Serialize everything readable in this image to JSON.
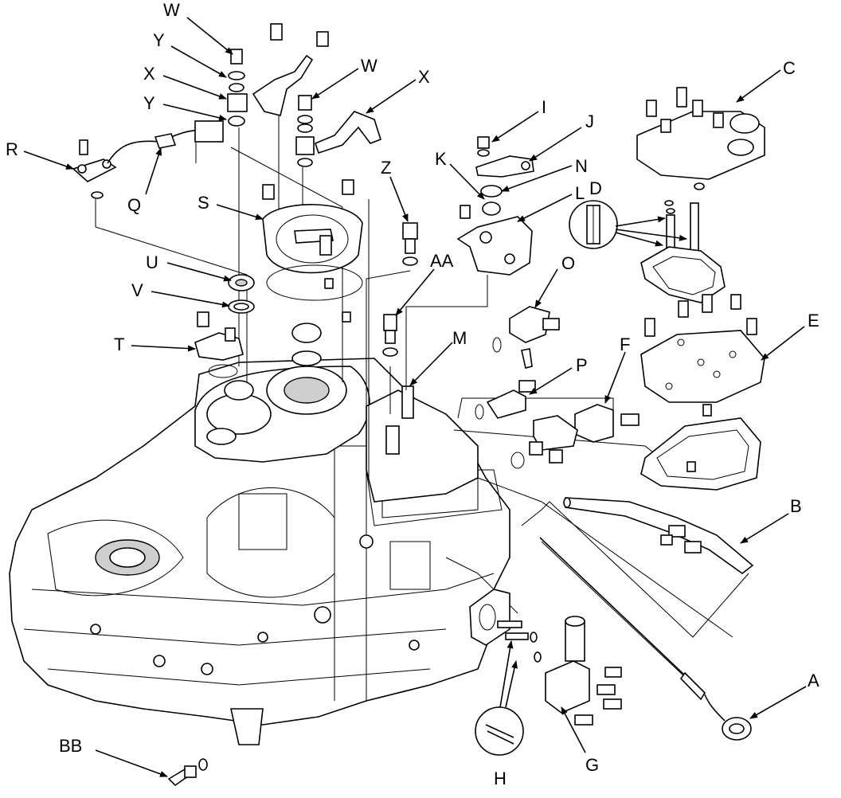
{
  "callouts": [
    {
      "id": "W1",
      "text": "W"
    },
    {
      "id": "Y1",
      "text": "Y"
    },
    {
      "id": "X1",
      "text": "X"
    },
    {
      "id": "Y2",
      "text": "Y"
    },
    {
      "id": "W2",
      "text": "W"
    },
    {
      "id": "X2",
      "text": "X"
    },
    {
      "id": "R",
      "text": "R"
    },
    {
      "id": "Q",
      "text": "Q"
    },
    {
      "id": "S",
      "text": "S"
    },
    {
      "id": "U",
      "text": "U"
    },
    {
      "id": "V",
      "text": "V"
    },
    {
      "id": "T",
      "text": "T"
    },
    {
      "id": "Z",
      "text": "Z"
    },
    {
      "id": "AA",
      "text": "AA"
    },
    {
      "id": "M",
      "text": "M"
    },
    {
      "id": "I",
      "text": "I"
    },
    {
      "id": "J",
      "text": "J"
    },
    {
      "id": "K",
      "text": "K"
    },
    {
      "id": "N",
      "text": "N"
    },
    {
      "id": "L",
      "text": "L"
    },
    {
      "id": "O",
      "text": "O"
    },
    {
      "id": "P",
      "text": "P"
    },
    {
      "id": "C",
      "text": "C"
    },
    {
      "id": "D",
      "text": "D"
    },
    {
      "id": "E",
      "text": "E"
    },
    {
      "id": "F",
      "text": "F"
    },
    {
      "id": "B",
      "text": "B"
    },
    {
      "id": "A",
      "text": "A"
    },
    {
      "id": "G",
      "text": "G"
    },
    {
      "id": "H",
      "text": "H"
    },
    {
      "id": "BB",
      "text": "BB"
    }
  ]
}
